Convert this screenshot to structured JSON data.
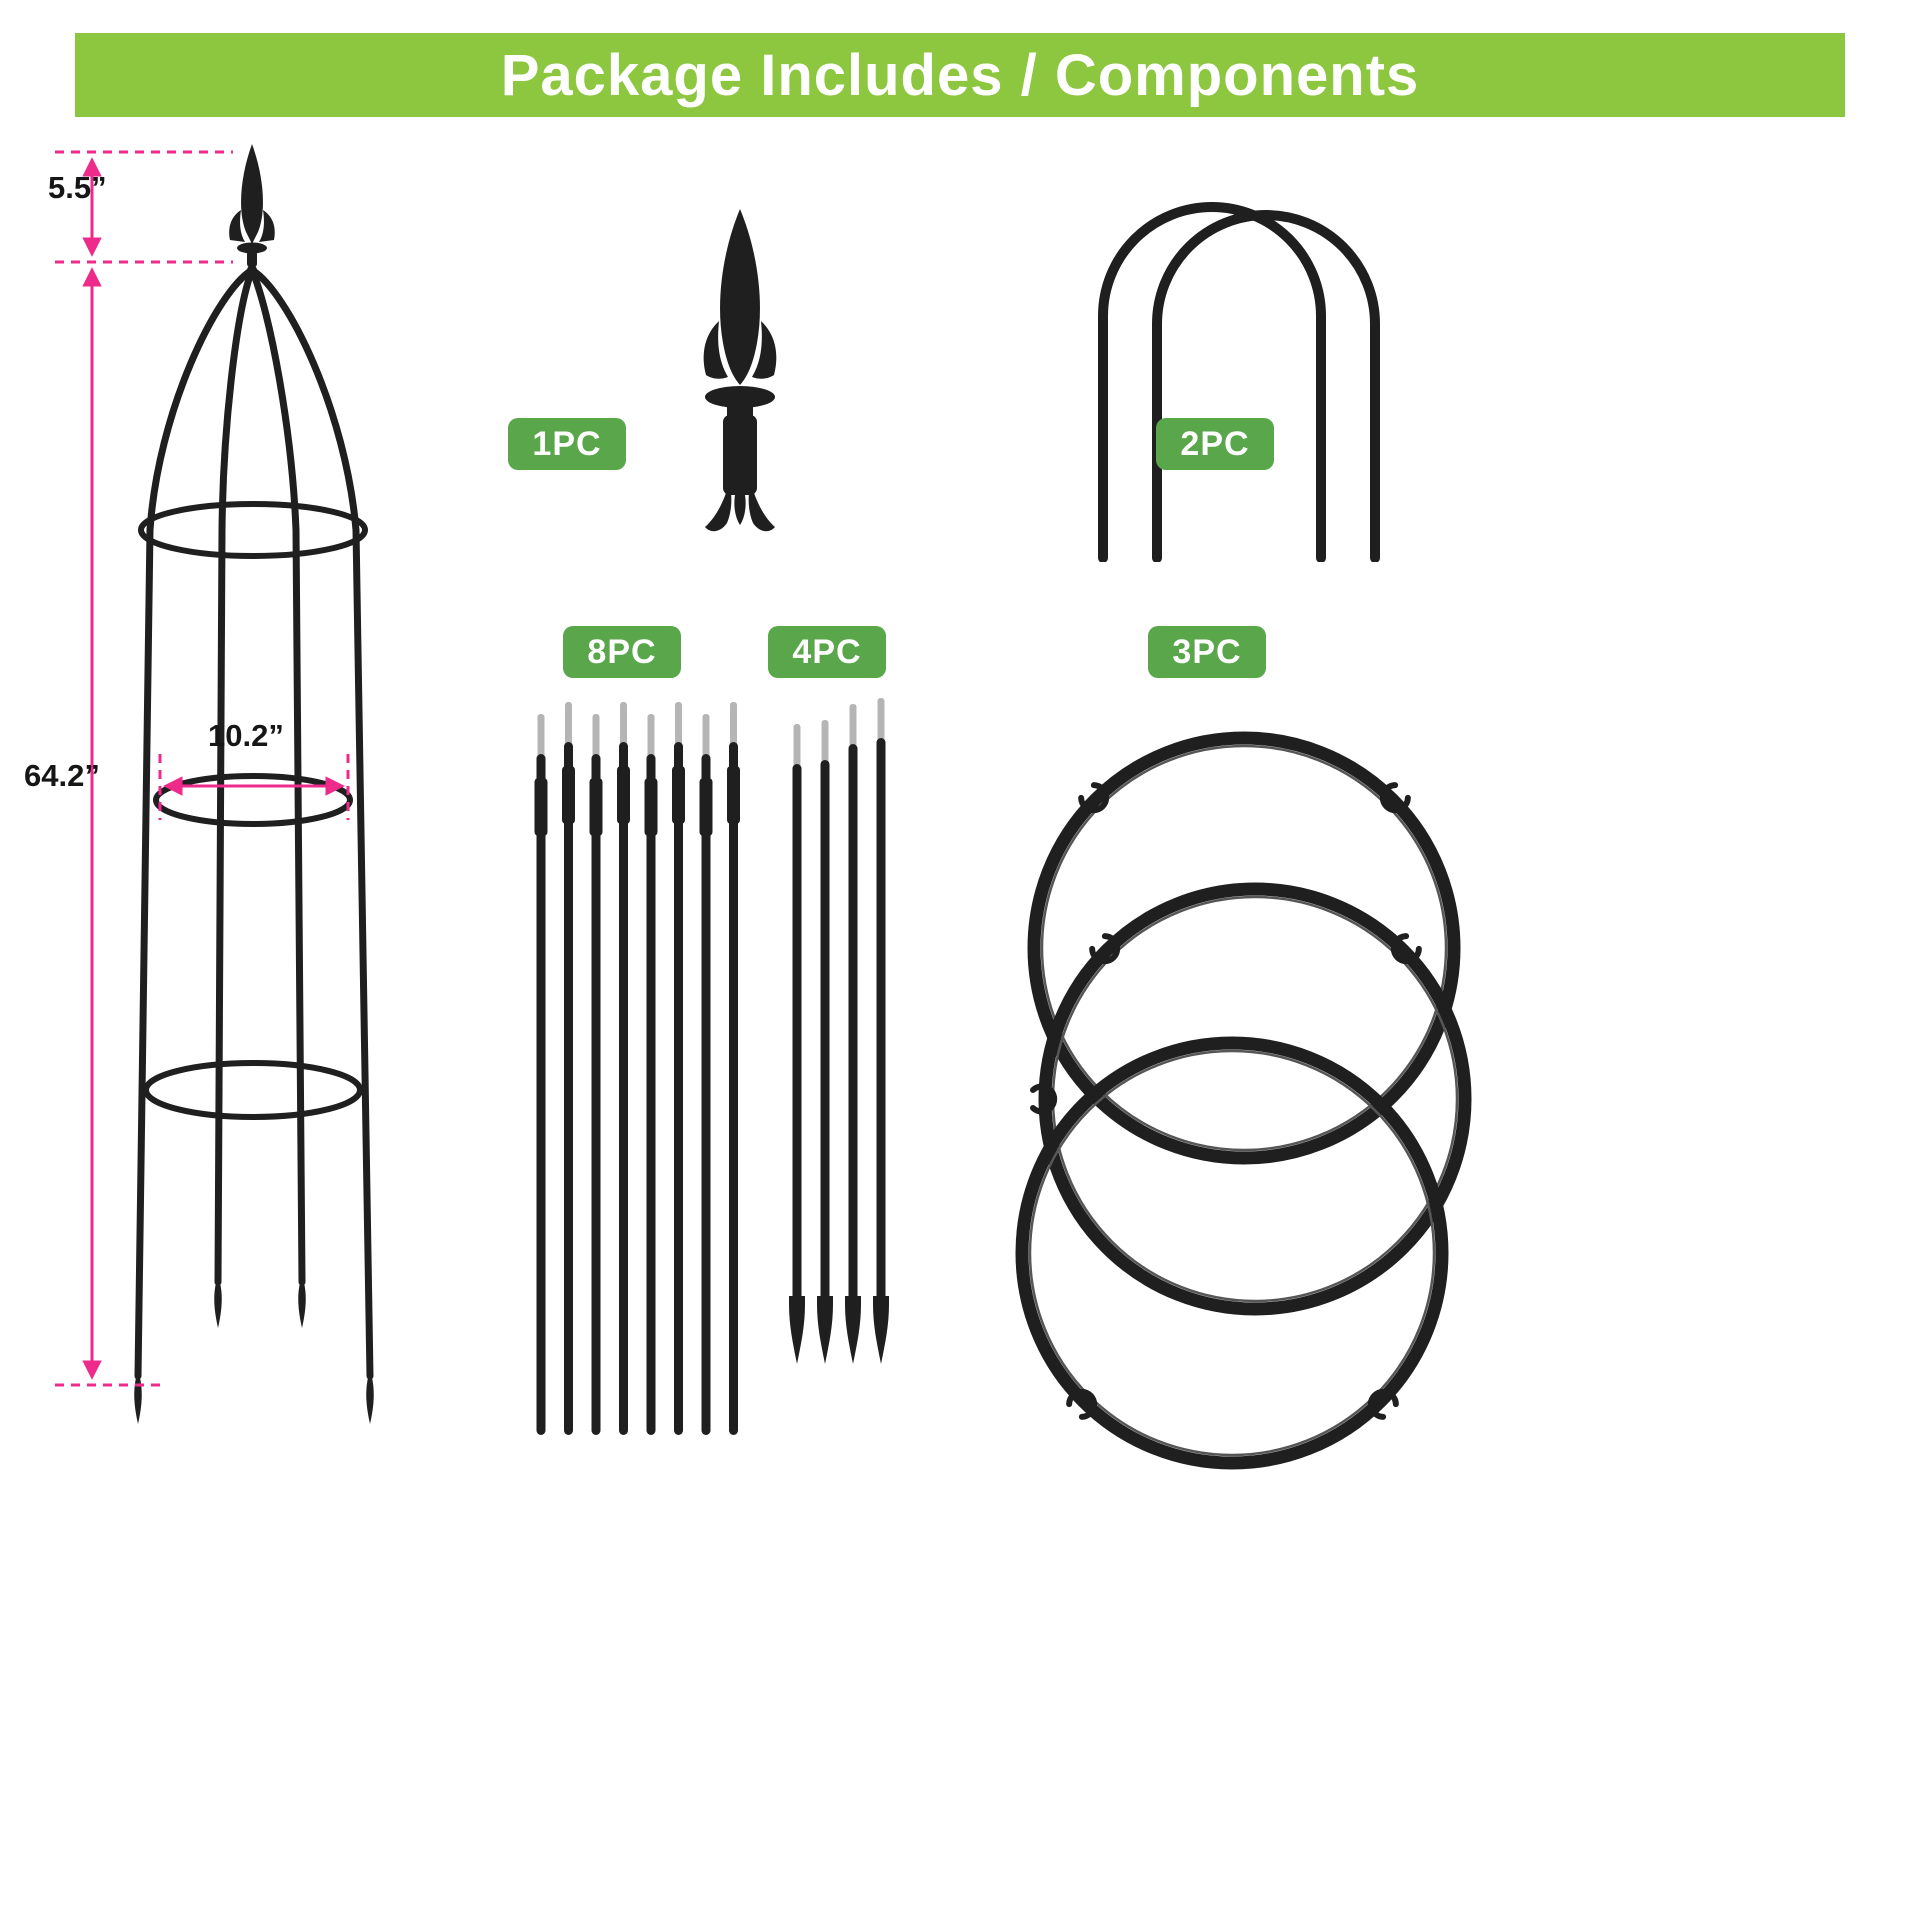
{
  "header": {
    "title": "Package Includes / Components"
  },
  "diagram": {
    "dimensions": {
      "finial_height": "5.5”",
      "total_height": "64.2”",
      "ring_diameter": "10.2”"
    }
  },
  "components": {
    "finial": {
      "count_label": "1PC"
    },
    "arches": {
      "count_label": "2PC"
    },
    "long_poles": {
      "count_label": "8PC"
    },
    "stake_poles": {
      "count_label": "4PC"
    },
    "rings": {
      "count_label": "3PC"
    }
  },
  "colors": {
    "banner_green": "#8dc63f",
    "badge_green": "#5aa64b",
    "dimension_pink": "#ee2a8b",
    "art_black": "#1f1f1f",
    "metal_gray": "#b5b5b5"
  }
}
